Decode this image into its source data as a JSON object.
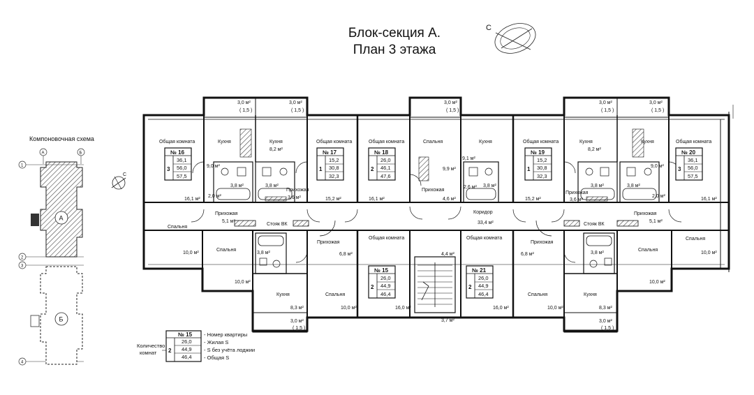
{
  "title": {
    "line1": "Блок-секция А.",
    "line2": "План 3 этажа"
  },
  "compass_letter": "С",
  "scheme": {
    "title": "Компоновочная схема",
    "axes": {
      "a": "А",
      "b": "Б",
      "n1": "1",
      "n2": "2",
      "n3": "3",
      "n4": "4"
    },
    "block_a": "А",
    "block_b": "Б"
  },
  "rooms": {
    "general": "Общая комната",
    "kitchen": "Кухня",
    "bedroom": "Спальня",
    "hall": "Прихожая",
    "corridor": "Коридор",
    "riser": "Стояк ВК"
  },
  "areas": {
    "loggia": "3,0 м²",
    "loggia_coef": "( 1,5 )",
    "a161": "16,1 м²",
    "a90": "9,0 м²",
    "a82": "8,2 м²",
    "a38": "3,8 м²",
    "a36": "3,6 м²",
    "a20": "2,0 м²",
    "a51": "5,1 м²",
    "a100": "10,0 м²",
    "a152": "15,2 м²",
    "a99": "9,9 м²",
    "a91": "9,1 м²",
    "a26": "2,6 м²",
    "a46": "4,6 м²",
    "a334": "33,4 м²",
    "a44": "4,4 м²",
    "a37": "3,7 м²",
    "a68": "6,8 м²",
    "a160": "16,0 м²",
    "a83": "8,3 м²"
  },
  "apartments": [
    {
      "num": "№ 16",
      "rooms": "3",
      "living": "36,1",
      "no_loggia": "56,0",
      "total": "57,5"
    },
    {
      "num": "№ 17",
      "rooms": "1",
      "living": "15,2",
      "no_loggia": "30,8",
      "total": "32,3"
    },
    {
      "num": "№ 18",
      "rooms": "2",
      "living": "26,0",
      "no_loggia": "46,1",
      "total": "47,6"
    },
    {
      "num": "№ 19",
      "rooms": "1",
      "living": "15,2",
      "no_loggia": "30,8",
      "total": "32,3"
    },
    {
      "num": "№ 20",
      "rooms": "3",
      "living": "36,1",
      "no_loggia": "56,0",
      "total": "57,5"
    },
    {
      "num": "№ 15",
      "rooms": "2",
      "living": "26,0",
      "no_loggia": "44,9",
      "total": "46,4"
    },
    {
      "num": "№ 21",
      "rooms": "2",
      "living": "26,0",
      "no_loggia": "44,9",
      "total": "46,4"
    }
  ],
  "legend": {
    "count_label_1": "Количество",
    "count_label_2": "комнат",
    "num": "№ 15",
    "rooms": "2",
    "living": "26,0",
    "no_loggia": "44,9",
    "total": "46,4",
    "d_num": "- Номер квартиры",
    "d_living": "- Жилая S",
    "d_no_loggia": "- S без учёта лоджии",
    "d_total": "- Общая S"
  }
}
